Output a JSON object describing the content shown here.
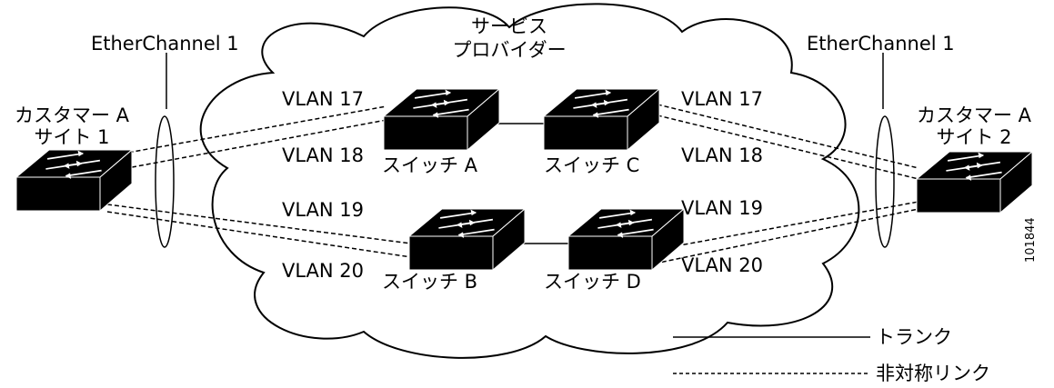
{
  "cloud_label": [
    "サービス",
    "プロバイダー"
  ],
  "etherchannel_left": "EtherChannel 1",
  "etherchannel_right": "EtherChannel 1",
  "customer_left": [
    "カスタマー A",
    "サイト 1"
  ],
  "customer_right": [
    "カスタマー A",
    "サイト 2"
  ],
  "switches": {
    "a": "スイッチ A",
    "b": "スイッチ B",
    "c": "スイッチ C",
    "d": "スイッチ D"
  },
  "vlans": {
    "left_17": "VLAN 17",
    "left_18": "VLAN 18",
    "left_19": "VLAN 19",
    "left_20": "VLAN 20",
    "right_17": "VLAN 17",
    "right_18": "VLAN 18",
    "right_19": "VLAN 19",
    "right_20": "VLAN 20"
  },
  "legend": {
    "trunk": "トランク",
    "asymmetric": "非対称リンク"
  },
  "figure_id": "101844"
}
